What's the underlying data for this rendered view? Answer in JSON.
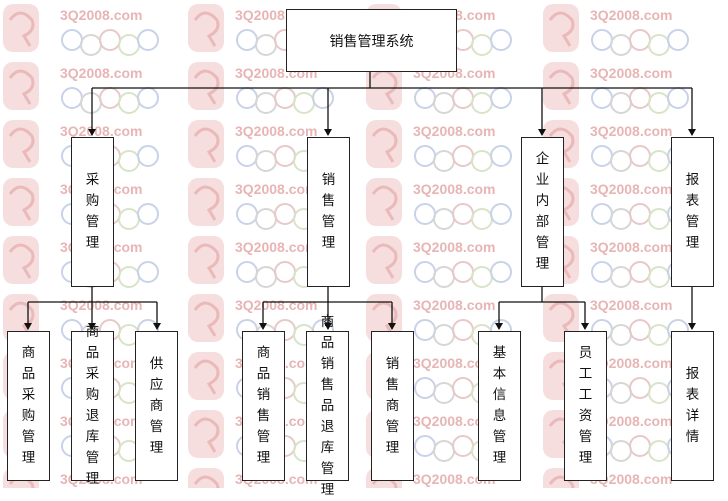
{
  "watermark": {
    "text": "3Q2008.com"
  },
  "diagram": {
    "root": "销售管理系统",
    "modules": [
      {
        "label": "采购管理",
        "children": [
          "商品采购管理",
          "商品采购退库管理",
          "供应商管理"
        ]
      },
      {
        "label": "销售管理",
        "children": [
          "商品销售管理",
          "商品销售品退库管理",
          "销售商管理"
        ]
      },
      {
        "label": "企业内部管理",
        "children": [
          "基本信息管理",
          "员工工资管理"
        ]
      },
      {
        "label": "报表管理",
        "children": [
          "报表详情"
        ]
      }
    ]
  }
}
